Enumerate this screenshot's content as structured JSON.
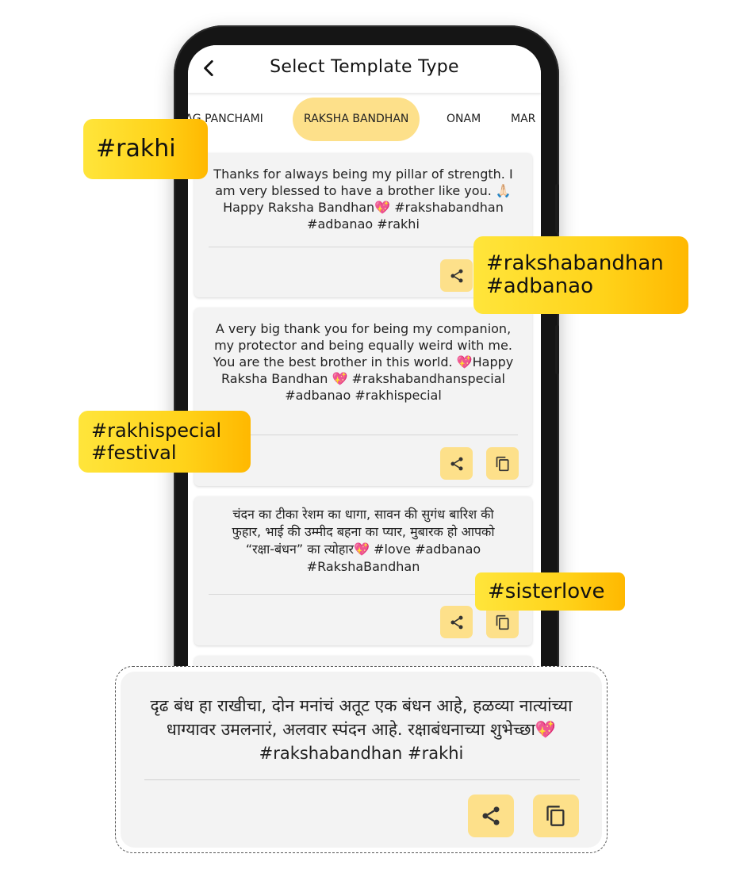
{
  "header": {
    "title": "Select Template Type",
    "back_icon": "back-arrow-icon"
  },
  "tabs": [
    {
      "label": "NAG PANCHAMI",
      "active": false
    },
    {
      "label": "RAKSHA BANDHAN",
      "active": true
    },
    {
      "label": "ONAM",
      "active": false
    },
    {
      "label": "MAR",
      "active": false
    }
  ],
  "cards": [
    {
      "text": "Thanks for always being my pillar of strength. I am very blessed to have a brother like you. 🙏🏻Happy Raksha Bandhan💖 #rakshabandhan #adbanao #rakhi"
    },
    {
      "text": "A very big thank you for being my companion, my protector and being equally weird with me. You are the best brother in this world. 💖Happy Raksha Bandhan 💖 #rakshabandhanspecial #adbanao #rakhispecial"
    },
    {
      "text": "चंदन का टीका रेशम का धागा, सावन की सुगंध बारिश की फुहार, भाई की उम्मीद बहना का प्यार, मुबारक हो आपको “रक्षा-बंधन” का त्योहार💖 #love #adbanao #RakshaBandhan"
    }
  ],
  "featured_card": {
    "text": "दृढ बंध हा राखीचा, दोन मनांचं अतूट एक बंधन आहे, हळव्या नात्यांच्या धाग्यावर उमलनारं, अलवार स्पंदन आहे. रक्षाबंधनाच्या शुभेच्छा💖 #rakshabandhan #rakhi"
  },
  "tags": {
    "tag1": "#rakhi",
    "tag2_line1": "#rakshabandhan",
    "tag2_line2": "#adbanao",
    "tag3_line1": "#rakhispecial",
    "tag3_line2": "#festival",
    "tag4": "#sisterlove"
  },
  "icons": {
    "share": "share-icon",
    "copy": "copy-icon"
  },
  "colors": {
    "accent": "#fde08a",
    "tag_yellow": "#ffd31a",
    "tag_orange": "#ffb800"
  }
}
